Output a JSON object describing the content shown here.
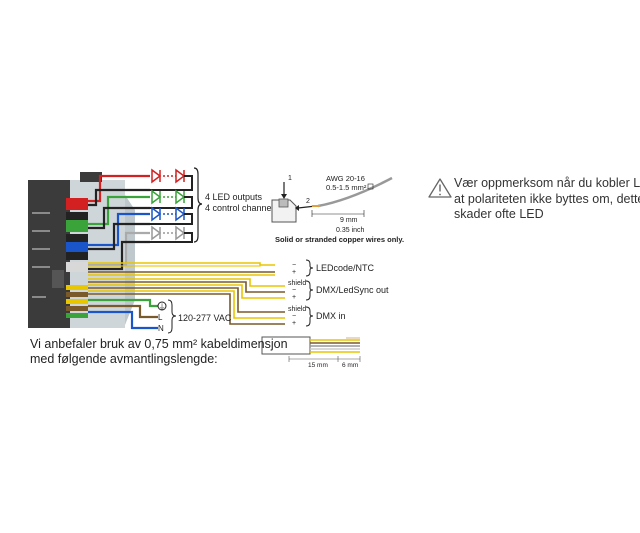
{
  "led_outputs": {
    "line1": "4 LED outputs",
    "line2": "4 control channels"
  },
  "wire_spec": {
    "step1": "1",
    "step2": "2",
    "awg": "AWG 20-16",
    "mm2": "0.5-1.5 mm²",
    "strip_mm": "9 mm",
    "strip_inch": "0.35 inch",
    "note": "Solid or stranded copper wires only."
  },
  "ledcode": {
    "label": "LEDcode/NTC",
    "minus": "−",
    "plus": "+"
  },
  "dmx_out": {
    "label": "DMX/LedSync out",
    "shield": "shield",
    "minus": "−",
    "plus": "+"
  },
  "dmx_in": {
    "label": "DMX in",
    "shield": "shield",
    "minus": "−",
    "plus": "+"
  },
  "power": {
    "label": "120-277 VAC",
    "ground": "⏚",
    "live": "L",
    "neutral": "N"
  },
  "warning": {
    "icon": "warning-triangle-icon",
    "lines": [
      "Vær oppmerksom når du kobler LED",
      "at polariteten ikke byttes om, dette",
      "skader ofte LED"
    ]
  },
  "advice": {
    "lines": [
      "Vi anbefaler bruk av 0,75 mm² kabeldimensjon",
      "med følgende avmantlingslengde:"
    ]
  },
  "strip_dims": {
    "length1": "15 mm",
    "length2": "6 mm"
  }
}
